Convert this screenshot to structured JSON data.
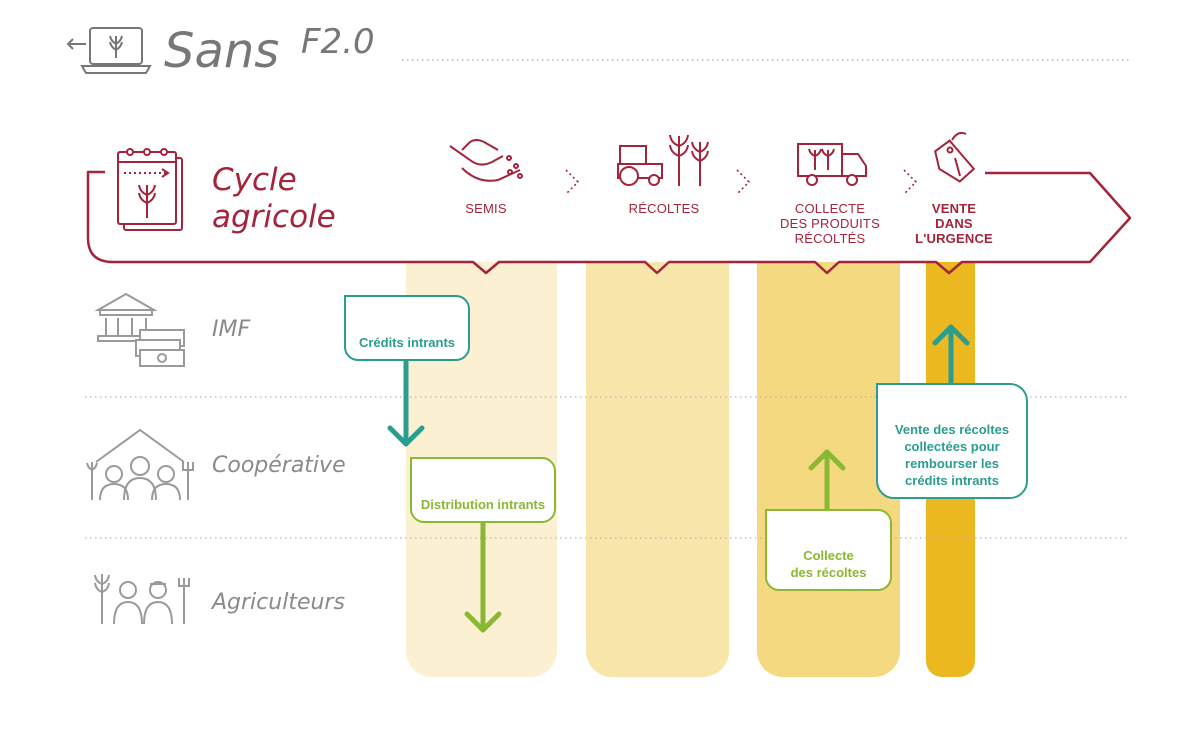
{
  "header": {
    "title_main": "Sans",
    "title_sub": "F2.0"
  },
  "cycle": {
    "title_line1": "Cycle",
    "title_line2": "agricole",
    "stages": [
      {
        "label_lines": [
          "SEMIS"
        ]
      },
      {
        "label_lines": [
          "RÉCOLTES"
        ]
      },
      {
        "label_lines": [
          "COLLECTE",
          "DES PRODUITS",
          "RÉCOLTÉS"
        ]
      },
      {
        "label_lines": [
          "VENTE",
          "DANS",
          "L'URGENCE"
        ]
      }
    ]
  },
  "actors": {
    "imf": "IMF",
    "cooperative": "Coopérative",
    "farmers": "Agriculteurs"
  },
  "boxes": {
    "credits": "Crédits intrants",
    "distribution": "Distribution intrants",
    "collecte_line1": "Collecte",
    "collecte_line2": "des récoltes",
    "vente_line1": "Vente des récoltes",
    "vente_line2": "collectées pour",
    "vente_line3": "rembourser les",
    "vente_line4": "crédits intrants"
  },
  "colors": {
    "burgundy": "#a3243b",
    "teal": "#2a9d8f",
    "green": "#8ab833",
    "gray": "#8a8a8a",
    "column_light": "#fbf1d2",
    "column_mid": "#f8e5aa",
    "column_strong": "#f5d980",
    "column_urgent": "#ecb820"
  }
}
